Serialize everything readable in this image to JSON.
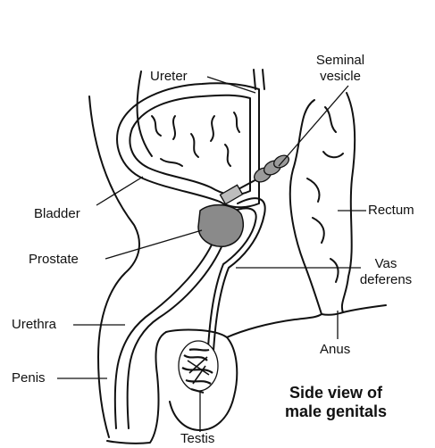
{
  "diagram": {
    "labels": {
      "ureter": "Ureter",
      "seminal_vesicle_line1": "Seminal",
      "seminal_vesicle_line2": "vesicle",
      "bladder": "Bladder",
      "rectum": "Rectum",
      "prostate": "Prostate",
      "vas_deferens_line1": "Vas",
      "vas_deferens_line2": "deferens",
      "urethra": "Urethra",
      "anus": "Anus",
      "penis": "Penis",
      "testis": "Testis"
    },
    "title_line1": "Side view of",
    "title_line2": "male genitals",
    "colors": {
      "outline": "#111111",
      "prostate_fill": "#8a8a8a",
      "seminal_fill": "#9a9a9a",
      "background": "#ffffff"
    }
  }
}
